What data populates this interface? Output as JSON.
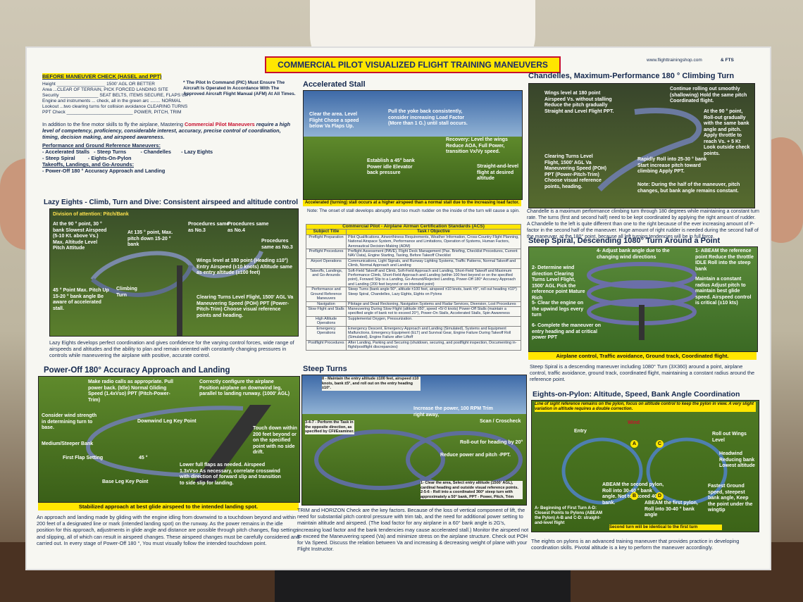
{
  "header": {
    "title": "COMMERCIAL PILOT VISUALIZED FLIGHT TRAINING MANEUVERS",
    "site": "www.flighttrainingshop.com",
    "badge": "& FTS"
  },
  "checklist": {
    "title": "BEFORE MANEUVER CHECK (HASEL and PPT)",
    "lines": [
      "Height ___________________ 1500' AGL OR BETTER",
      "Area ...CLEAR OF TERRAIN, PICK FORCED LANDING SITE",
      "Security _______________ SEAT BELTS, ITEMS SECURE, FLAPS UP",
      "Engine and instruments ... check, all in the green arc ........ NORMAL",
      "Lookout ...two clearing turns for collision avoidance CLEARING TURNS",
      "PPT Check __________________________ POWER, PITCH, TRIM"
    ],
    "pic_note": "* The Pilot In Command (PIC) Must Ensure The Aircraft Is Operated In Accordance With The Approved Aircraft Flight Manual (AFM) At All Times."
  },
  "intro": {
    "pre": "In addition to the fine motor skills to fly the airplane, Mastering ",
    "highlight": "Commercial Pilot Maneuvers",
    "post": " require a high level of competency, proficiency, considerable interest, accuracy, precise control of coordination, timing, decision making, and airspeed awareness.",
    "list_title": "Performance and Ground Reference Maneuvers:",
    "items": [
      "- Accelerated Stalls   - Steep Turns          - Chandelles       - Lazy Eights",
      "- Steep Spiral         - Eights-On-Pylon"
    ],
    "takeoffs": "Takeoffs, Landings, and Go-Arounds:",
    "power_off": "- Power-Off 180 ° Accuracy Approach and Landing"
  },
  "lazy_eights": {
    "title": "Lazy Eights - Climb, Turn and Dive: Consistent airspeed and altitude control",
    "panel_header": "Division of attention: Pitch/Bank",
    "notes": [
      "At the 90 ° point, 30 ° bank Slowest Airspeed (5-10 Kt. above Vs.) Max. Altitude Level Pitch Attitude",
      "At 135 ° point, Max. pitch down 15-20 ° bank",
      "Procedures same as No.3",
      "Procedures same as No.4",
      "Procedures same as No.3",
      "Wings level at 180 point (Heading ±10°) Entry Airspeed (±10 knots) Altitude same as entry altitude (±100 feet)",
      "45 ° Point Max. Pitch Up 15-20 ° bank angle Be aware of accelerated stall.",
      "Climbing Turn",
      "Clearing Turns Level Flight, 1500' AGL Va Maneuvering Speed (POH) PPT (Power-Pitch-Trim) Choose visual reference points and heading."
    ],
    "text": "Lazy Eights develops perfect coordination and gives confidence for the varying control forces, wide range of airspeeds and altitudes and the ability to plan and remain oriented with constantly changing pressures in controls while maneuvering the airplane with positive, accurate control."
  },
  "power_off": {
    "title": "Power-Off 180° Accuracy Approach and Landing",
    "notes": [
      "Make radio calls as appropriate. Pull power back. (Idle) Normal Gliding Speed (1.4xVso) PPT (Pitch-Power-Trim)",
      "Correctly configure the airplane Position airplane on downwind leg, parallel to landing runway. (1000' AGL)",
      "Consider wind strength in determining turn to base.",
      "Downwind Leg Key Point",
      "Medium/Steeper Bank",
      "First Flap Setting",
      "45 °",
      "Touch down within 200 feet beyond or on the specified point with no side drift.",
      "Lower full flaps as needed. Airspeed 1.3xVso As necessary, correlate crosswind with direction of forward slip and transition to side slip for landing.",
      "Base Leg Key Point"
    ],
    "caption": "Stabilized approach at best glide airspeed to the intended landing spot.",
    "text": "An approach and landing made by gliding with the engine idling from downwind to a touchdown beyond and within 200 feet of a designated line or mark (intended landing spot) on the runway. As the power remains in the idle position for this approach, adjustments in glide angle and distance are possible through pitch changes, flap settings and slipping, all of which can result in airspeed changes. These airspeed changes must be carefully considered and carried out. In every stage of Power-Off 180 °, You must visually follow the intended touchdown point."
  },
  "accel_stall": {
    "title": "Accelerated Stall",
    "notes": [
      "Clear the area. Level Flight Chose a speed below Va Flaps Up.",
      "Pull the yoke back consistently, consider increasing Load Factor (More than 1 G.) until stall occurs.",
      "Recovery: Level the wings Reduce AOA, Full Power, transition Vx/Vy speed.",
      "Establish a 45° bank Power idle Elevator back pressure",
      "Straight-and-level flight at desired altitude"
    ],
    "caption": "Accelerated (turning) stall occurs at a higher airspeed than a normal stall due to the increasing load factor.",
    "note": "Note: The onset of stall develops abruptly and too much rudder on the inside of the turn will cause a spin."
  },
  "acs_table": {
    "caption": "Commercial Pilot - Airplane Airman Certification Standards (ACS)",
    "headers": [
      "Subject Title",
      "Task / Objective"
    ],
    "rows": [
      [
        "Preflight Preparation",
        "Pilot Qualifications, Airworthiness Requirements, Weather Information, Cross-Country Flight Planning, National Airspace System, Performance and Limitations, Operation of Systems, Human Factors, Aeronautical Decision-Making (ADM)"
      ],
      [
        "Preflight Procedures",
        "Preflight Assessment (PAVE), Flight Deck Management (Pax. Briefing, Checklist Procedures, Current NAV Data), Engine Starting, Taxiing, Before Takeoff Checklist"
      ],
      [
        "Airport Operations",
        "Communications, Light Signals, and Runway Lighting Systems, Traffic Patterns, Normal Takeoff and Climb, Normal Approach and Landing"
      ],
      [
        "Takeoffs, Landings, and Go-Arounds",
        "Soft-Field Takeoff and Climb, Soft-Field Approach and Landing, Short-Field Takeoff and Maximum Performance Climb, Short-Field Approach and Landing (within 100 feet beyond or on the specified point), Forward Slip to a Landing, Go-Around/Rejected Landing, Power-Off 180° Accuracy Approach and Landing (200 feet beyond or on intended point)"
      ],
      [
        "Performance and Ground Reference Maneuvers",
        "Steep Turns (bank angle 50°, altitude ±100 feet, airspeed ±10 knots, bank ±5°, roll out heading ±10°) Steep Spiral, Chandelles, Lazy Eights, Eights on Pylons"
      ],
      [
        "Navigation",
        "Pilotage and Dead Reckoning, Navigation Systems and Radar Services, Diversion, Lost Procedures"
      ],
      [
        "Slow Flight and Stalls",
        "Maneuvering During Slow Flight (altitude ±50', speed +5/-0 knots) Power-Off Stalls (maintain a specified angle of bank not to exceed 20°), Power-On Stalls, Accelerated Stalls, Spin Awareness"
      ],
      [
        "High Altitude Operations",
        "Supplemental Oxygen, Pressurization."
      ],
      [
        "Emergency Operations",
        "Emergency Descent, Emergency Approach and Landing (Simulated), Systems and Equipment Malfunctions, Emergency Equipment (ELT) and Survival Gear, Engine Failure During Takeoff Roll (Simulated), Engine Failure after Liftoff"
      ],
      [
        "Postflight Procedures",
        "After Landing, Parking and Securing (shutdown, securing, and postflight inspection, Documenting in-flight/postflight discrepancies)"
      ]
    ]
  },
  "steep_turns": {
    "title": "Steep Turns",
    "notes": [
      "8 - Maintain the entry altitude ±100 feet, airspeed ±10 knots, bank ±5°, and roll out on the entry heading ±10°.",
      "Increase the power, 100 RPM Trim right away,",
      "Scan / Croscheck",
      "Roll-out for heading by 20°",
      "Reduce power and pitch -PPT.",
      "3-4-7 - Perform the Task in the opposite direction, as specified by CFI/Examiner.",
      "1- Clear the area, Select entry altitude (1500' AGL), cardinal heading and outside visual reference points. 2-5-6 - Roll into a coordinated 360° steep turn with approximately a 50° bank, PPT - Power, Pitch, Trim"
    ],
    "text": "TRIM and HORIZON Check are the key factors. Because of the loss of vertical component of lift, the need for substantial pitch control pressure with trim tab, and the need for additional power setting to maintain altitude and airspeed. (The load factor for any airplane in a 60° bank angle is 2G's, increasing load factor and the bank tendencies may cause accelerated stall.) Monitor the airspeed not to exceed the Maneuvering speed (Va) and minimize stress on the airplane structure. Check out POH for Va Speed. Discuss the relation between Va and increasing & decreasing weight of plane with your Flight Instructor."
  },
  "chandelles": {
    "title": "Chandelles, Maximum-Performance 180 ° Climbing Turn",
    "notes": [
      "Wings level at 180 point Airspeed Vs. without stalling Reduce the pitch gradually Straight and Level Flight PPT.",
      "Continue rolling out smoothly (shallowing) Hold the same pitch Coordinated flight.",
      "At the 90 ° point, Roll-out gradually with the same bank angle and pitch. Apply throttle to reach Vs. + 5 Kt Look outside check points.",
      "Clearing Turns Level Flight, 1500' AGL Va Maneuvering Speed (POH) PPT (Power-Pitch-Trim) Choose visual reference points, heading.",
      "Rapidly Roll into 25-30 ° bank Start increase pitch toward climbing Apply PPT.",
      "Note: During the half of the maneuver, pitch changes, but bank angle remains constant."
    ],
    "text": "Chandelle is a maximum performance climbing turn through 180 degrees while maintaining a constant turn rate. The turns (first and second half) need to be kept coordinated by applying the right amount of rudder. A Chandelle to the left is quite different than one to the right because of the ever increasing amount of P-factor in the second half of the maneuver. Huge amount of right rudder is needed during the second half of the maneuver, at the 180° point, because all left turning tendencies will be in full force."
  },
  "steep_spiral": {
    "title": "Steep Spiral, Descending 1080° Turn Around a Point",
    "notes": [
      "4- Adjust bank angle due to the changing wind directions",
      "1- ABEAM the reference point Reduce the throttle IDLE Roll into the steep bank",
      "2- Determine wind direction Clearing Turns Level Flight, 1500' AGL Pick the reference point Mature Rich",
      "Maintain a constant radius Adjust pitch to maintain best glide speed. Airspeed control is critical (±10 kts)",
      "5- Clear the engine on the upwind legs every turn",
      "6- Complete the maneuver on entry heading and at critical power PPT"
    ],
    "caption": "Airplane control, Traffic avoidance, Ground track, Coordinated flight.",
    "text": "Steep Spiral is a descending maneuver including 1080° Turn (3X360) around a point, airplane control, traffic avoidance, ground track, coordinated flight, maintaining a constant radius around the reference point."
  },
  "eights_pylon": {
    "title": "Eights-on-Pylon: Altitude, Speed, Bank Angle Coordination",
    "banner": "Line of sight reference remains on the pylon, focus on altitude control to keep the pylon in view. A very slight variation in altitude requires a double correction.",
    "notes": [
      "Wind",
      "Entry",
      "Roll out Wings Level",
      "Headwind Reducing bank Lowest altitude",
      "ABEAM the second pylon, Roll into 30-40 ° bank angle. Not to exceed 40 ° bank.",
      "ABEAM the first pylon, Roll into 30-40 ° bank angle",
      "Fastest Ground speed, steepest bank angle, Keep the point under the wingtip",
      "A- Beginning of First Turn A-D: Closest Points to Pylons (ABEAM the Pylon) A-B and C-D: straight-and-level flight",
      "Second turn will be identical to the first turn"
    ],
    "labels": [
      "A",
      "B",
      "C",
      "D"
    ],
    "text": "The eights on pylons is an advanced training maneuver that provides practice in developing coordination skills. Pivotal altitude is a key to perform the maneuver accordingly."
  },
  "colors": {
    "caption_yellow": "#ffe600",
    "title_red": "#c8102e",
    "navy": "#14284e",
    "grass": "#4d7a24"
  }
}
